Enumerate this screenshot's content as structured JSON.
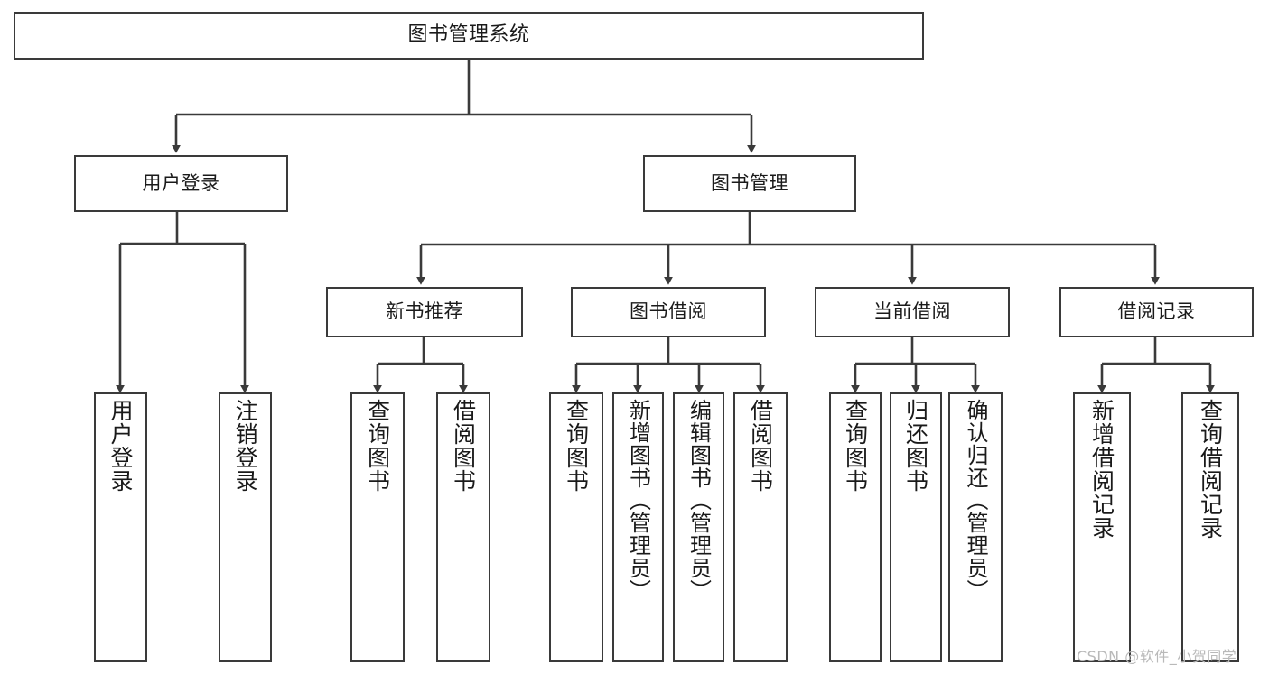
{
  "diagram": {
    "type": "tree-hierarchy-chart",
    "title": "图书管理系统",
    "orientation": "top-down",
    "box_fill": "#ffffff",
    "box_stroke": "#3a3a3a",
    "text_color": "#1a1a1a",
    "arrow_style": "solid-line-filled-triangle"
  },
  "nodes": {
    "root": {
      "label": "图书管理系统",
      "level": 0
    },
    "level1": [
      {
        "id": "user-login",
        "label": "用户登录"
      },
      {
        "id": "book-manage",
        "label": "图书管理"
      }
    ],
    "level2": [
      {
        "id": "new-book-recommend",
        "label": "新书推荐",
        "parent": "book-manage"
      },
      {
        "id": "book-borrow",
        "label": "图书借阅",
        "parent": "book-manage"
      },
      {
        "id": "current-borrow",
        "label": "当前借阅",
        "parent": "book-manage"
      },
      {
        "id": "borrow-record",
        "label": "借阅记录",
        "parent": "book-manage"
      }
    ],
    "leaves": {
      "user-login": [
        {
          "id": "leaf-user-login",
          "label": "用户登录"
        },
        {
          "id": "leaf-logout",
          "label": "注销登录"
        }
      ],
      "new-book-recommend": [
        {
          "id": "leaf-query-book-1",
          "label": "查询图书"
        },
        {
          "id": "leaf-borrow-book-1",
          "label": "借阅图书"
        }
      ],
      "book-borrow": [
        {
          "id": "leaf-query-book-2",
          "label": "查询图书"
        },
        {
          "id": "leaf-add-book",
          "label": "新增图书（管理员）"
        },
        {
          "id": "leaf-edit-book",
          "label": "编辑图书（管理员）"
        },
        {
          "id": "leaf-borrow-book-2",
          "label": "借阅图书"
        }
      ],
      "current-borrow": [
        {
          "id": "leaf-query-book-3",
          "label": "查询图书"
        },
        {
          "id": "leaf-return-book",
          "label": "归还图书"
        },
        {
          "id": "leaf-confirm-return",
          "label": "确认归还（管理员）"
        }
      ],
      "borrow-record": [
        {
          "id": "leaf-add-record",
          "label": "新增借阅记录"
        },
        {
          "id": "leaf-query-record",
          "label": "查询借阅记录"
        }
      ]
    }
  },
  "watermark": {
    "text": "CSDN @软件_小贺同学"
  },
  "chart_data": {
    "type": "table",
    "title": "图书管理系统",
    "hierarchy": [
      {
        "label": "用户登录",
        "children": [
          {
            "label": "用户登录"
          },
          {
            "label": "注销登录"
          }
        ]
      },
      {
        "label": "图书管理",
        "children": [
          {
            "label": "新书推荐",
            "children": [
              {
                "label": "查询图书"
              },
              {
                "label": "借阅图书"
              }
            ]
          },
          {
            "label": "图书借阅",
            "children": [
              {
                "label": "查询图书"
              },
              {
                "label": "新增图书（管理员）"
              },
              {
                "label": "编辑图书（管理员）"
              },
              {
                "label": "借阅图书"
              }
            ]
          },
          {
            "label": "当前借阅",
            "children": [
              {
                "label": "查询图书"
              },
              {
                "label": "归还图书"
              },
              {
                "label": "确认归还（管理员）"
              }
            ]
          },
          {
            "label": "借阅记录",
            "children": [
              {
                "label": "新增借阅记录"
              },
              {
                "label": "查询借阅记录"
              }
            ]
          }
        ]
      }
    ]
  }
}
